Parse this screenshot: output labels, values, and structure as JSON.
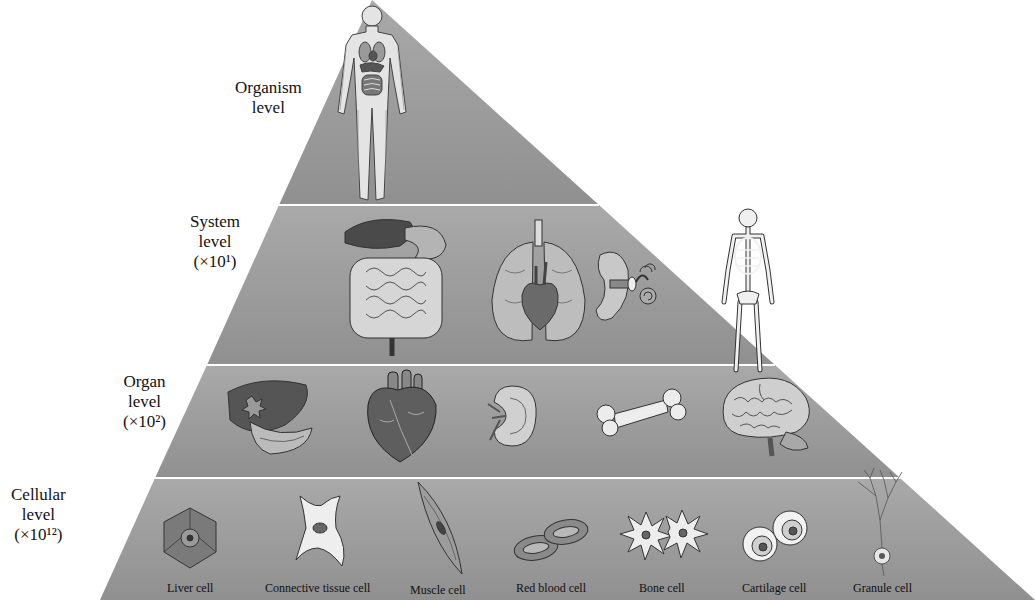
{
  "diagram": {
    "labels": [
      "Organism level",
      "System level (×10¹)",
      "Organ level (×10²)",
      "Cellular level (×10¹²)",
      "Liver cell",
      "Connective tissue cell",
      "Muscle cell",
      "Red blood cell",
      "Bone cell",
      "Cartilage cell",
      "Granule cell"
    ]
  }
}
